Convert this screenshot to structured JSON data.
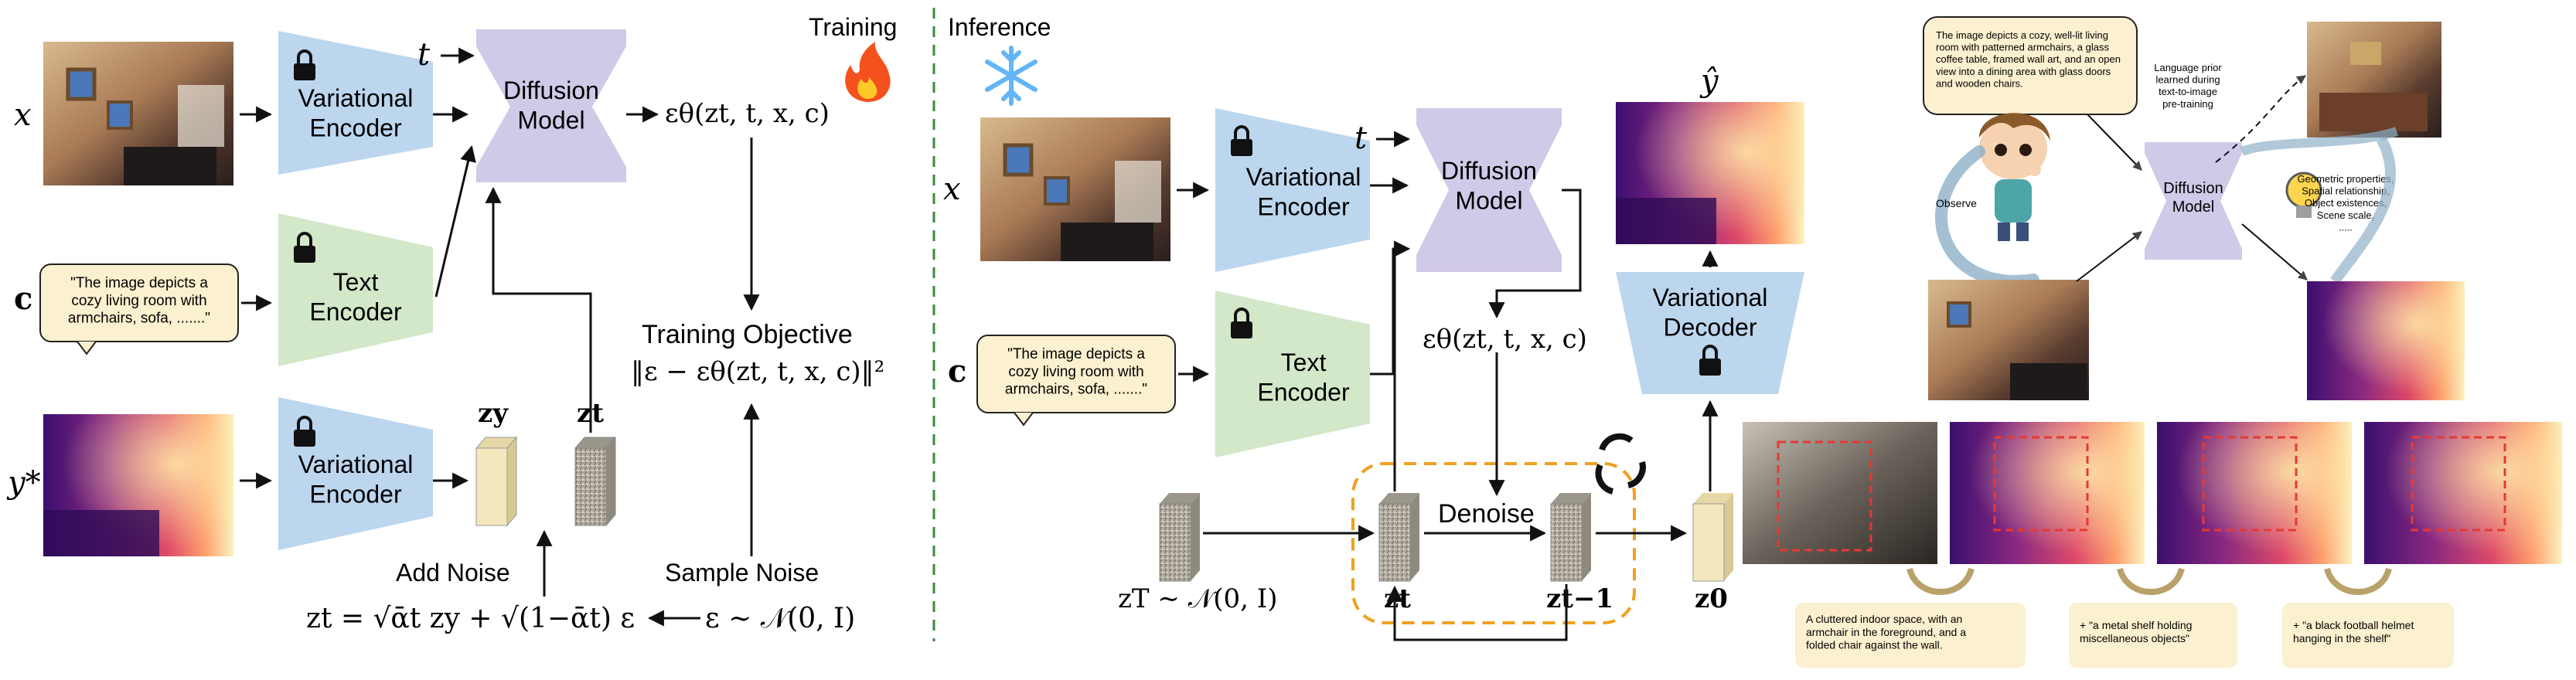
{
  "training": {
    "title": "Training",
    "var_encoder": "Variational\nEncoder",
    "text_encoder": "Text\nEncoder",
    "diffusion": "Diffusion\nModel",
    "input_x": "x",
    "input_c": "c",
    "input_y": "y*",
    "t_label": "t",
    "caption": "\"The image depicts a\ncozy living room with\narmchairs, sofa, .......\"",
    "eps_output": "εθ(zt, t, x, c)",
    "objective_title": "Training Objective",
    "objective_formula": "‖ε − εθ(zt, t, x, c)‖²",
    "z_y": "zy",
    "z_t": "zt",
    "add_noise": "Add Noise",
    "sample_noise": "Sample Noise",
    "zt_formula": "zt = √ᾱt zy + √(1−ᾱt) ε",
    "noise_formula": "ε ∼ 𝒩(0, I)"
  },
  "inference": {
    "title": "Inference",
    "var_encoder": "Variational\nEncoder",
    "text_encoder": "Text\nEncoder",
    "diffusion": "Diffusion\nModel",
    "var_decoder": "Variational\nDecoder",
    "input_x": "x",
    "input_c": "c",
    "t_label": "t",
    "yhat": "ŷ",
    "caption": "\"The image depicts a\ncozy living room with\narmchairs, sofa, .......\"",
    "eps_output": "εθ(zt, t, x, c)",
    "z_T": "zT ∼ 𝒩(0, I)",
    "z_t": "zt",
    "z_t1": "zt−1",
    "z_0": "z0",
    "denoise": "Denoise"
  },
  "overview": {
    "speech": "The image depicts a cozy, well-lit living\nroom with patterned armchairs, a glass\ncoffee table, framed wall art, and an open\nview into a dining area with glass doors\nand wooden chairs.",
    "observe": "Observe",
    "prior_note": "Language prior\nlearned during\ntext-to-image\npre-training",
    "diffusion": "Diffusion\nModel",
    "properties": "Geometric properties,\nSpatial relationship,\nObject existences,\nScene scale,\n.....",
    "captions": [
      "A cluttered indoor space, with an\narmchair in the foreground, and a\nfolded chair against the wall.",
      "+ \"a metal shelf holding\nmiscellaneous objects\"",
      "+ \"a black football helmet\nhanging in the shelf\""
    ]
  },
  "colors": {
    "encoder_blue": "#bcd6ee",
    "text_green": "#d3e7c9",
    "diffusion_purple": "#d1c9e8",
    "caption_yellow": "#fbf0cf",
    "latent_cream": "#f4e7bd",
    "orange_dash": "#f0a020",
    "divider_green": "#3a8a3a"
  }
}
